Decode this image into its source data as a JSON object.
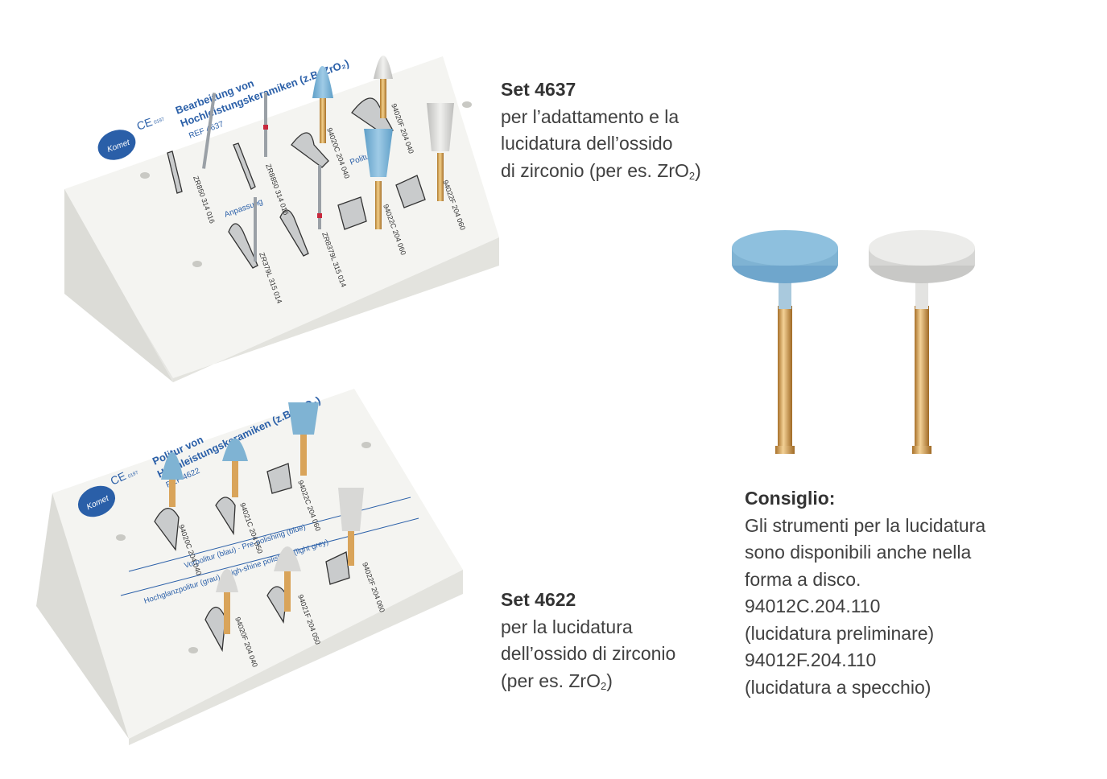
{
  "set4637": {
    "title": "Set 4637",
    "line1": "per l’adattamento e la",
    "line2": "lucidatura dell’ossido",
    "line3_prefix": "di zirconio (per es. ZrO",
    "line3_sub": "2",
    "line3_suffix": ")",
    "tray": {
      "heading1": "Bearbeitung von",
      "heading2": "Hochleistungskeramiken (z.B. ZrO₂)",
      "ref": "REF 4637",
      "ce": "CE",
      "ce_num": "0197",
      "brand": "Komet",
      "anpassung": "Anpassung",
      "politur": "Politur",
      "labels": [
        "ZR850 314 016",
        "ZR8850 314 016",
        "94020C 204 040",
        "94020F 204 040",
        "ZR379L 315 014",
        "ZR8379L 315 014",
        "94022C 204 060",
        "94022F 204 060"
      ]
    }
  },
  "set4622": {
    "title": "Set 4622",
    "line1": "per la lucidatura",
    "line2": "dell’ossido di zirconio",
    "line3_prefix": "(per es. ZrO",
    "line3_sub": "2",
    "line3_suffix": ")",
    "tray": {
      "heading1": "Politur von",
      "heading2": "Hochleistungskeramiken (z.B. ZrO₂)",
      "ref": "REF 4622",
      "ce": "CE",
      "ce_num": "0197",
      "brand": "Komet",
      "row1": "Vorpolitur (blau) · Pre-polishing (blue)",
      "row2": "Hochglanzpolitur (grau) · High-shine polishing (light grey)",
      "labels": [
        "94020C 204 040",
        "94021C 204 050",
        "94022C 204 060",
        "94020F 204 040",
        "94021F 204 050",
        "94022F 204 060"
      ]
    }
  },
  "tip": {
    "title": "Consiglio:",
    "lines": [
      "Gli strumenti per la lucidatura",
      "sono disponibili anche nella",
      "forma a disco.",
      "94012C.204.110",
      "(lucidatura preliminare)",
      "94012F.204.110",
      "(lucidatura a specchio)"
    ]
  },
  "colors": {
    "blue_tool": "#7fb3d3",
    "grey_tool": "#d8d8d6",
    "gold_shank": "#d9a45a",
    "tray_text_blue": "#2a5fa8",
    "tray_face": "#f2f2ef",
    "tray_side": "#d9d9d4"
  },
  "icons": [
    "komet-logo-icon",
    "ce-mark-icon"
  ]
}
